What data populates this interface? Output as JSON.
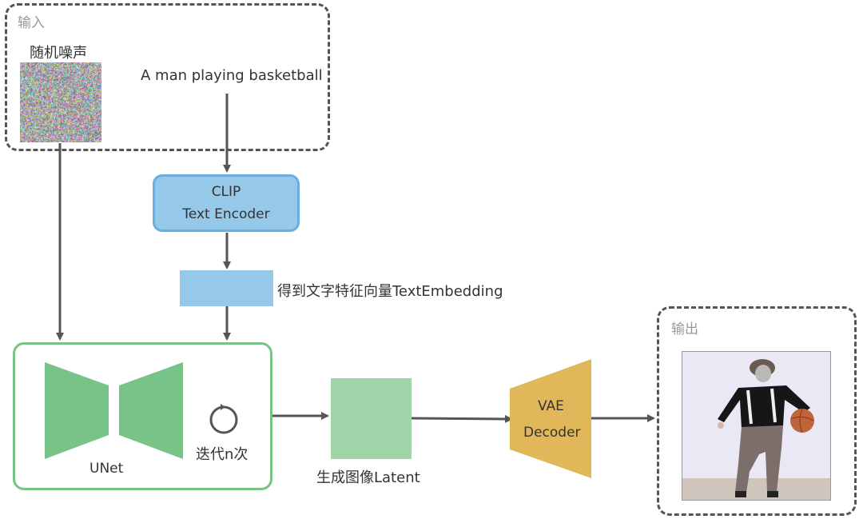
{
  "input_group": {
    "label": "输入",
    "noise_label": "随机噪声",
    "prompt_text": "A man playing basketball"
  },
  "clip_encoder": {
    "line1": "CLIP",
    "line2": "Text Encoder"
  },
  "text_embedding": {
    "label": "得到文字特征向量TextEmbedding"
  },
  "unet_block": {
    "label": "UNet",
    "iterate_label": "迭代n次"
  },
  "latent": {
    "label": "生成图像Latent"
  },
  "vae_decoder": {
    "line1": "VAE",
    "line2": "Decoder"
  },
  "output_group": {
    "label": "输出",
    "image_description": "man dribbling a basketball"
  },
  "colors": {
    "clip_fill": "#96c8ea",
    "clip_border": "#6aaee0",
    "unet_green": "#78c488",
    "latent_green": "#9fd3a8",
    "vae_gold": "#e0b85a",
    "arrow": "#555555",
    "dash_border": "#555555"
  }
}
